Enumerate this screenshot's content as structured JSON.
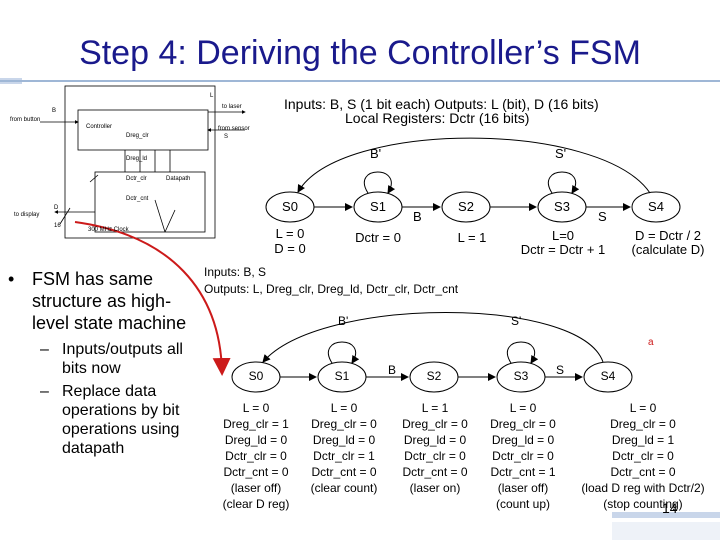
{
  "title": "Step 4: Deriving the Controller’s FSM",
  "block_diagram": {
    "labels": {
      "l_out": "L",
      "to_laser": "to laser",
      "b_in": "B",
      "from_button": "from button",
      "controller": "Controller",
      "from_sensor": "from sensor",
      "s_in": "S",
      "dreg_clr": "Dreg_clr",
      "dreg_ld": "Dreg_ld",
      "dctr_clr": "Dctr_clr",
      "datapath": "Datapath",
      "dctr_cnt": "Dctr_cnt",
      "d_out": "D",
      "to_display": "to display",
      "width": "16",
      "clock": "300 MHz Clock"
    }
  },
  "high_level": {
    "io_line1": "Inputs: B, S (1 bit each)     Outputs: L (bit), D (16 bits)",
    "io_line2": "Local Registers: Dctr (16 bits)",
    "b_prime": "B'",
    "s_prime": "S'",
    "b": "B",
    "s": "S",
    "states": [
      "S0",
      "S1",
      "S2",
      "S3",
      "S4"
    ],
    "actions": {
      "s0": [
        "L = 0",
        "D = 0"
      ],
      "s1": "Dctr = 0",
      "s2": "L = 1",
      "s3": [
        "L=0",
        "Dctr = Dctr + 1"
      ],
      "s4": [
        "D = Dctr / 2",
        "(calculate D)"
      ]
    }
  },
  "bullets": {
    "main": "FSM has same structure as high-level state machine",
    "sub": "Inputs/outputs all bits now",
    "sub2": "Replace data operations by bit operations using datapath"
  },
  "fsm": {
    "io_line1": "Inputs: B, S",
    "io_line2": "Outputs: L, Dreg_clr, Dreg_ld, Dctr_clr, Dctr_cnt",
    "b_prime": "B'",
    "s_prime": "S'",
    "b": "B",
    "s": "S",
    "a": "a",
    "states": [
      "S0",
      "S1",
      "S2",
      "S3",
      "S4"
    ],
    "columns": [
      [
        "L = 0",
        "Dreg_clr = 1",
        "Dreg_ld = 0",
        "Dctr_clr = 0",
        "Dctr_cnt = 0",
        "(laser off)",
        "(clear D reg)"
      ],
      [
        "L = 0",
        "Dreg_clr = 0",
        "Dreg_ld = 0",
        "Dctr_clr = 1",
        "Dctr_cnt = 0",
        "(clear count)"
      ],
      [
        "L = 1",
        "Dreg_clr = 0",
        "Dreg_ld = 0",
        "Dctr_clr = 0",
        "Dctr_cnt = 0",
        "(laser on)"
      ],
      [
        "L = 0",
        "Dreg_clr = 0",
        "Dreg_ld = 0",
        "Dctr_clr = 0",
        "Dctr_cnt = 1",
        "(laser off)",
        "(count up)"
      ],
      [
        "L = 0",
        "Dreg_clr = 0",
        "Dreg_ld = 1",
        "Dctr_clr = 0",
        "Dctr_cnt = 0",
        "(load D reg with Dctr/2)",
        "(stop counting)"
      ]
    ]
  },
  "slide_number": "14",
  "colors": {
    "title": "#1a1a8c",
    "arrow": "#cc1a1a",
    "accent": "#9fb7d6"
  }
}
